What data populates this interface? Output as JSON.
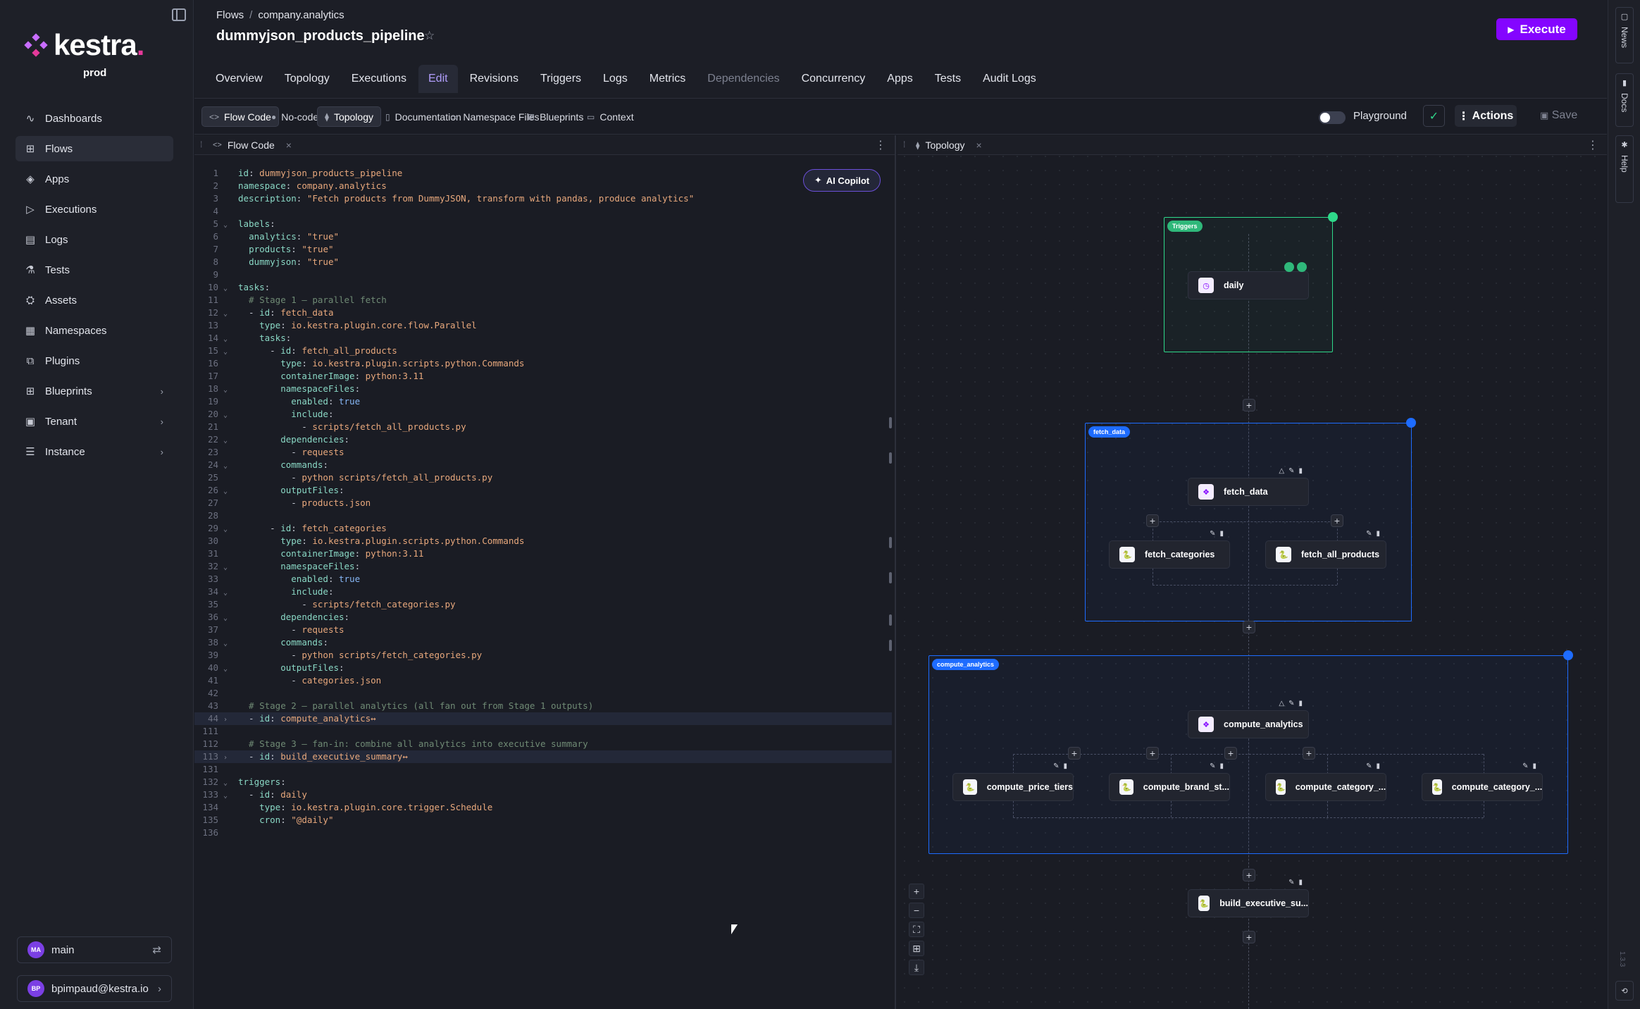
{
  "sidebar": {
    "logo": "kestra",
    "tenant": "prod",
    "items": [
      {
        "label": "Dashboards",
        "icon": "chart-line-icon",
        "glyph": "∿"
      },
      {
        "label": "Flows",
        "icon": "flows-icon",
        "glyph": "⊞",
        "active": true
      },
      {
        "label": "Apps",
        "icon": "apps-icon",
        "glyph": "◈"
      },
      {
        "label": "Executions",
        "icon": "play-icon",
        "glyph": "▷"
      },
      {
        "label": "Logs",
        "icon": "logs-icon",
        "glyph": "▤"
      },
      {
        "label": "Tests",
        "icon": "flask-icon",
        "glyph": "⚗"
      },
      {
        "label": "Assets",
        "icon": "assets-icon",
        "glyph": "⛭"
      },
      {
        "label": "Namespaces",
        "icon": "namespaces-icon",
        "glyph": "▦"
      },
      {
        "label": "Plugins",
        "icon": "plugins-icon",
        "glyph": "⧉"
      },
      {
        "label": "Blueprints",
        "icon": "blueprints-icon",
        "glyph": "⊞",
        "chevron": true
      },
      {
        "label": "Tenant",
        "icon": "tenant-icon",
        "glyph": "▣",
        "chevron": true
      },
      {
        "label": "Instance",
        "icon": "instance-icon",
        "glyph": "☰",
        "chevron": true
      }
    ],
    "namespace_switch": {
      "avatar": "MA",
      "label": "main"
    },
    "user": {
      "avatar": "BP",
      "label": "bpimpaud@kestra.io"
    }
  },
  "header": {
    "breadcrumb": [
      "Flows",
      "company.analytics"
    ],
    "title": "dummyjson_products_pipeline",
    "execute_label": "Execute",
    "tabs": [
      {
        "label": "Overview"
      },
      {
        "label": "Topology"
      },
      {
        "label": "Executions"
      },
      {
        "label": "Edit",
        "active": true
      },
      {
        "label": "Revisions"
      },
      {
        "label": "Triggers"
      },
      {
        "label": "Logs"
      },
      {
        "label": "Metrics"
      },
      {
        "label": "Dependencies",
        "dim": true
      },
      {
        "label": "Concurrency"
      },
      {
        "label": "Apps"
      },
      {
        "label": "Tests"
      },
      {
        "label": "Audit Logs"
      }
    ]
  },
  "toolbar": {
    "views": [
      {
        "label": "Flow Code",
        "icon": "code-icon",
        "glyph": "<>",
        "active": true
      },
      {
        "label": "No-code",
        "icon": "nocode-icon",
        "glyph": "●"
      },
      {
        "label": "Topology",
        "icon": "topology-icon",
        "glyph": "⧫",
        "active": true
      },
      {
        "label": "Documentation",
        "icon": "document-icon",
        "glyph": "▯"
      },
      {
        "label": "Namespace Files",
        "icon": "folder-icon",
        "glyph": "▭"
      },
      {
        "label": "Blueprints",
        "icon": "blueprints-icon",
        "glyph": "⊞"
      },
      {
        "label": "Context",
        "icon": "context-icon",
        "glyph": "▭"
      }
    ],
    "playground_label": "Playground",
    "actions_label": "Actions",
    "save_label": "Save"
  },
  "editor": {
    "tab_label": "Flow Code",
    "copilot_label": "AI Copilot",
    "lines": [
      {
        "n": "1",
        "t": "id: dummyjson_products_pipeline"
      },
      {
        "n": "2",
        "t": "namespace: company.analytics"
      },
      {
        "n": "3",
        "t": "description: \"Fetch products from DummyJSON, transform with pandas, produce analytics\""
      },
      {
        "n": "4",
        "t": ""
      },
      {
        "n": "5",
        "t": "labels:",
        "fold": "v"
      },
      {
        "n": "6",
        "t": "  analytics: \"true\""
      },
      {
        "n": "7",
        "t": "  products: \"true\""
      },
      {
        "n": "8",
        "t": "  dummyjson: \"true\""
      },
      {
        "n": "9",
        "t": ""
      },
      {
        "n": "10",
        "t": "tasks:",
        "fold": "v"
      },
      {
        "n": "11",
        "t": "  # Stage 1 — parallel fetch"
      },
      {
        "n": "12",
        "t": "  - id: fetch_data",
        "fold": "v"
      },
      {
        "n": "13",
        "t": "    type: io.kestra.plugin.core.flow.Parallel"
      },
      {
        "n": "14",
        "t": "    tasks:",
        "fold": "v"
      },
      {
        "n": "15",
        "t": "      - id: fetch_all_products",
        "fold": "v"
      },
      {
        "n": "16",
        "t": "        type: io.kestra.plugin.scripts.python.Commands"
      },
      {
        "n": "17",
        "t": "        containerImage: python:3.11"
      },
      {
        "n": "18",
        "t": "        namespaceFiles:",
        "fold": "v"
      },
      {
        "n": "19",
        "t": "          enabled: true"
      },
      {
        "n": "20",
        "t": "          include:",
        "fold": "v"
      },
      {
        "n": "21",
        "t": "            - scripts/fetch_all_products.py"
      },
      {
        "n": "22",
        "t": "        dependencies:",
        "fold": "v"
      },
      {
        "n": "23",
        "t": "          - requests"
      },
      {
        "n": "24",
        "t": "        commands:",
        "fold": "v"
      },
      {
        "n": "25",
        "t": "          - python scripts/fetch_all_products.py"
      },
      {
        "n": "26",
        "t": "        outputFiles:",
        "fold": "v"
      },
      {
        "n": "27",
        "t": "          - products.json"
      },
      {
        "n": "28",
        "t": ""
      },
      {
        "n": "29",
        "t": "      - id: fetch_categories",
        "fold": "v"
      },
      {
        "n": "30",
        "t": "        type: io.kestra.plugin.scripts.python.Commands"
      },
      {
        "n": "31",
        "t": "        containerImage: python:3.11"
      },
      {
        "n": "32",
        "t": "        namespaceFiles:",
        "fold": "v"
      },
      {
        "n": "33",
        "t": "          enabled: true"
      },
      {
        "n": "34",
        "t": "          include:",
        "fold": "v"
      },
      {
        "n": "35",
        "t": "            - scripts/fetch_categories.py"
      },
      {
        "n": "36",
        "t": "        dependencies:",
        "fold": "v"
      },
      {
        "n": "37",
        "t": "          - requests"
      },
      {
        "n": "38",
        "t": "        commands:",
        "fold": "v"
      },
      {
        "n": "39",
        "t": "          - python scripts/fetch_categories.py"
      },
      {
        "n": "40",
        "t": "        outputFiles:",
        "fold": "v"
      },
      {
        "n": "41",
        "t": "          - categories.json"
      },
      {
        "n": "42",
        "t": ""
      },
      {
        "n": "43",
        "t": "  # Stage 2 — parallel analytics (all fan out from Stage 1 outputs)"
      },
      {
        "n": "44",
        "t": "  - id: compute_analytics↔",
        "fold": ">",
        "hl": true
      },
      {
        "n": "111",
        "t": ""
      },
      {
        "n": "112",
        "t": "  # Stage 3 — fan-in: combine all analytics into executive summary"
      },
      {
        "n": "113",
        "t": "  - id: build_executive_summary↔",
        "fold": ">",
        "hl": true
      },
      {
        "n": "131",
        "t": ""
      },
      {
        "n": "132",
        "t": "triggers:",
        "fold": "v"
      },
      {
        "n": "133",
        "t": "  - id: daily",
        "fold": "v"
      },
      {
        "n": "134",
        "t": "    type: io.kestra.plugin.core.trigger.Schedule"
      },
      {
        "n": "135",
        "t": "    cron: \"@daily\""
      },
      {
        "n": "136",
        "t": ""
      }
    ]
  },
  "topology": {
    "tab_label": "Topology",
    "groups": {
      "triggers": "Triggers",
      "fetch_data": "fetch_data",
      "compute_analytics": "compute_analytics"
    },
    "nodes": {
      "daily": "daily",
      "fetch_data": "fetch_data",
      "fetch_categories": "fetch_categories",
      "fetch_all_products": "fetch_all_products",
      "compute_analytics": "compute_analytics",
      "compute_price_tiers": "compute_price_tiers",
      "compute_brand_st": "compute_brand_st...",
      "compute_category_1": "compute_category_...",
      "compute_category_2": "compute_category_...",
      "build_executive": "build_executive_su..."
    },
    "zoom_controls": [
      "+",
      "−",
      "⛶",
      "⊞",
      "⤓"
    ]
  },
  "rail": {
    "news": "News",
    "docs": "Docs",
    "help": "Help",
    "version": "1.3.3"
  },
  "colors": {
    "accent": "#8405ff",
    "triggers_group": "#2fd88a",
    "task_group": "#1e6cff"
  }
}
